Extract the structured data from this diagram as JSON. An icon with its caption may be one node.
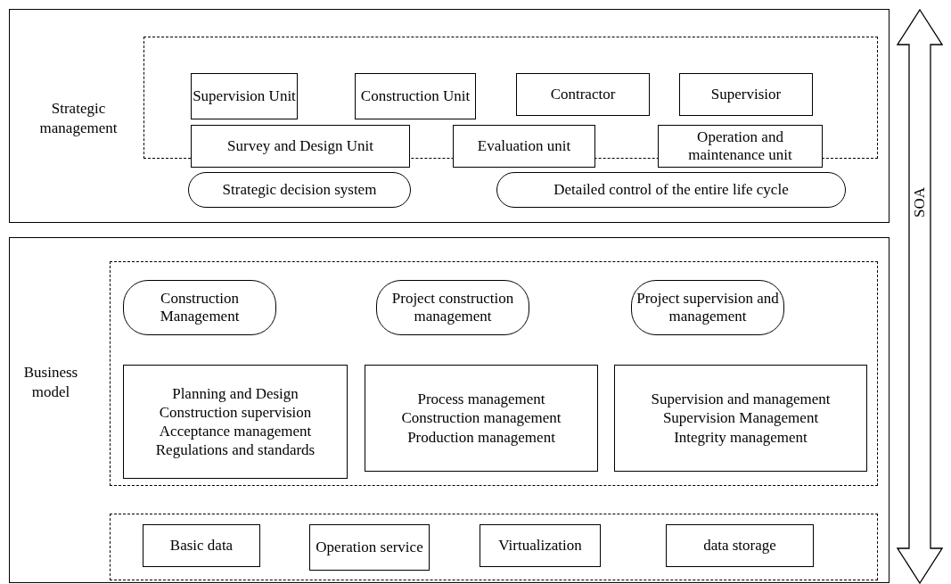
{
  "diagram": {
    "nodes": [
      {
        "text": [
          "Strategic management"
        ]
      },
      {
        "text": [],
        "shape": "box",
        "in": 0
      },
      {
        "text": [
          "Supervision Unit"
        ],
        "in": 1
      },
      {
        "text": [
          "Construction Unit"
        ],
        "in": 1
      },
      {
        "text": [
          "Contractor"
        ],
        "in": 1
      },
      {
        "text": [
          "Supervisior"
        ],
        "in": 1
      },
      {
        "text": [
          "Survey and Design Unit"
        ],
        "in": 1
      },
      {
        "text": [
          "Evaluation unit"
        ],
        "in": 1
      },
      {
        "text": [
          "Operation and maintenance unit"
        ],
        "in": 1
      },
      {
        "text": [
          "Strategic decision system"
        ],
        "in": 0
      },
      {
        "text": [
          "Detailed control of the entire life cycle"
        ],
        "in": 0
      },
      {
        "text": [
          "Business model"
        ]
      },
      {
        "text": [],
        "shape": "box",
        "in": 11
      },
      {
        "text": [
          "Construction Management"
        ],
        "in": 12
      },
      {
        "text": [
          "Project construction management"
        ],
        "in": 12
      },
      {
        "text": [
          "Project supervision and management"
        ],
        "in": 12
      },
      {
        "text": [
          "Planning and Design",
          "Construction supervision",
          "Acceptance management",
          "Regulations and standards"
        ],
        "in": 12
      },
      {
        "text": [
          "Process management",
          "Construction management",
          "Production management"
        ],
        "in": 12
      },
      {
        "text": [
          "Supervision and management",
          "Supervision Management",
          "Integrity management"
        ],
        "in": 12
      },
      {
        "text": [],
        "shape": "box",
        "in": 11
      },
      {
        "text": [
          "Basic data"
        ],
        "in": 19
      },
      {
        "text": [
          "Operation service"
        ],
        "in": 19
      },
      {
        "text": [
          "Virtualization"
        ],
        "in": 19
      },
      {
        "text": [
          "data storage"
        ],
        "in": 19
      },
      {
        "text": [
          "SOA"
        ]
      }
    ],
    "edges": []
  }
}
